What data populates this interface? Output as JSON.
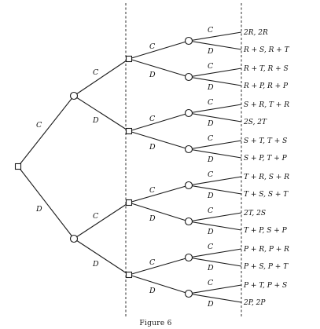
{
  "labels": {
    "c": "C",
    "d": "D"
  },
  "payoffs": [
    "2R, 2R",
    "R + S, R + T",
    "R + T, R + S",
    "R + P, R + P",
    "S + R, T + R",
    "2S, 2T",
    "S + T, T + S",
    "S + P, T + P",
    "T + R, S + R",
    "T + S, S + T",
    "2T, 2S",
    "T + P, S + P",
    "P + R, P + R",
    "P + S, P + T",
    "P + T, P + S",
    "2P, 2P"
  ],
  "caption": "Figure 6"
}
